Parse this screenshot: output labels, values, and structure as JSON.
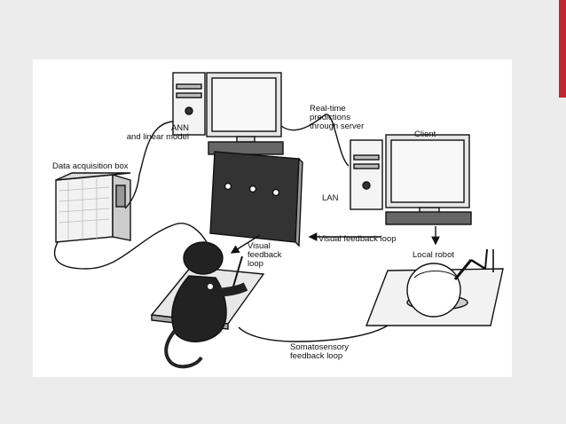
{
  "colors": {
    "background": "#ececec",
    "accent": "#c0282d",
    "panel": "#ffffff",
    "ink": "#111111"
  },
  "diagram": {
    "labels": {
      "ann": "ANN\nand linear model",
      "realtime": "Real-time\npredictions\nthrough server",
      "client": "Client",
      "data_box": "Data acquisition box",
      "lan": "LAN",
      "visual_loop_right": "Visual feedback loop",
      "visual_loop_left": "Visual\nfeedback\nloop",
      "local_robot": "Local robot",
      "somato": "Somatosensory\nfeedback loop"
    },
    "icons": [
      "server-computer-icon",
      "client-computer-icon",
      "display-screen-icon",
      "data-acquisition-box-icon",
      "monkey-icon",
      "robot-arm-icon"
    ]
  }
}
